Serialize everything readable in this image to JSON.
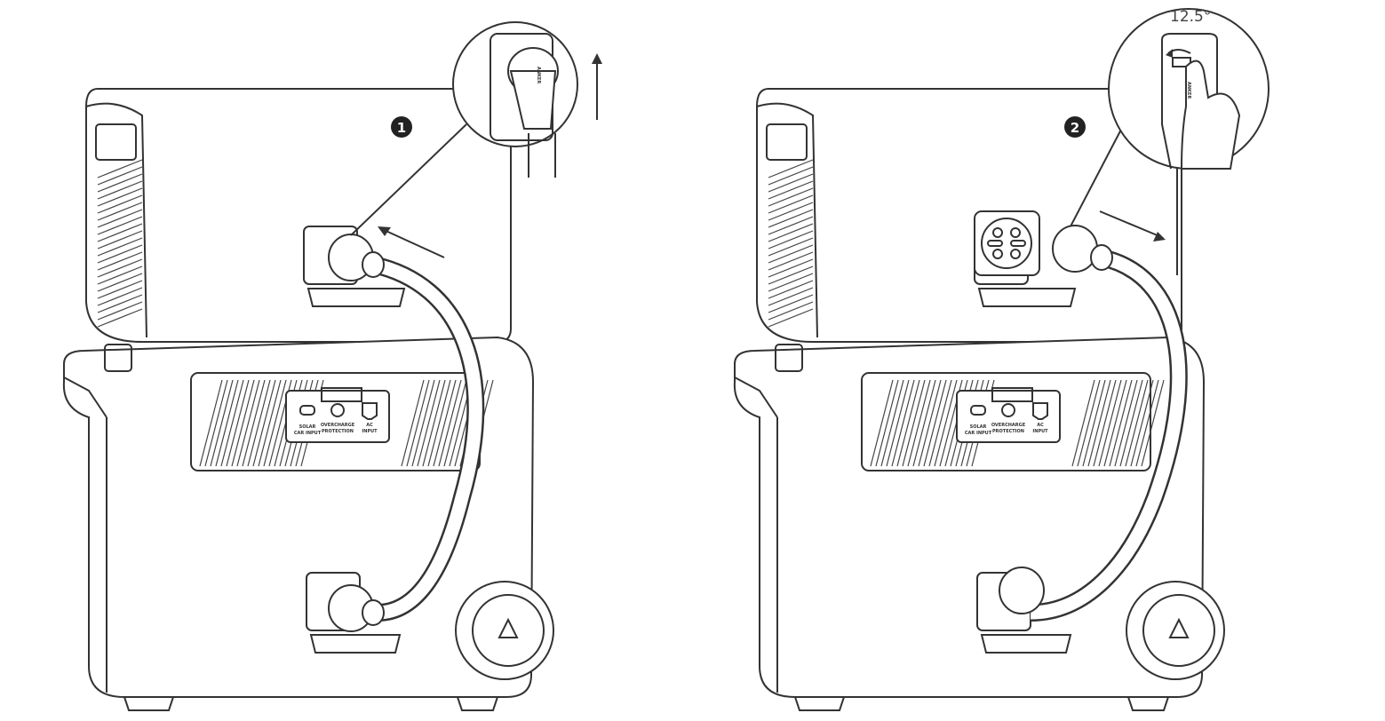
{
  "steps": [
    {
      "number": "1",
      "brand": "ANKER"
    },
    {
      "number": "2",
      "brand": "ANKER",
      "rotation_label": "12.5°"
    }
  ],
  "port_panel": {
    "solar_label": "SOLAR",
    "car_label": "CAR INPUT",
    "overcharge_label": "OVERCHARGE",
    "protection_label": "PROTECTION",
    "ac_label": "AC",
    "input_label": "INPUT"
  },
  "colors": {
    "line": "#333333",
    "badge": "#222222",
    "background": "#ffffff"
  }
}
